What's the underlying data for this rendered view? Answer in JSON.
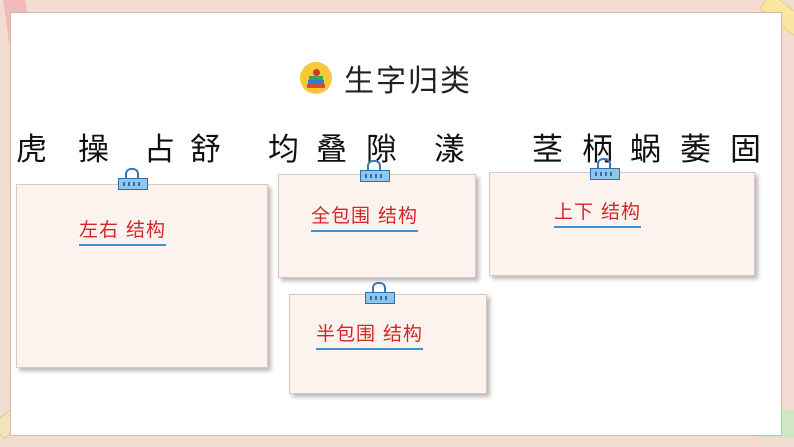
{
  "title": {
    "text": "生字归类",
    "icon": "books-apple-icon"
  },
  "characters": [
    "虎",
    "操",
    "占",
    "舒",
    "均",
    "叠",
    "隙",
    "漾",
    "茎",
    "柄",
    "蜗",
    "萎",
    "固"
  ],
  "cards": [
    {
      "label": "左右  结构"
    },
    {
      "label": "全包围  结构"
    },
    {
      "label": "上下  结构"
    },
    {
      "label": "半包围  结构"
    }
  ],
  "colors": {
    "label_text": "#d4262a",
    "label_underline": "#3b93d6",
    "background": "#f3ddd2"
  }
}
